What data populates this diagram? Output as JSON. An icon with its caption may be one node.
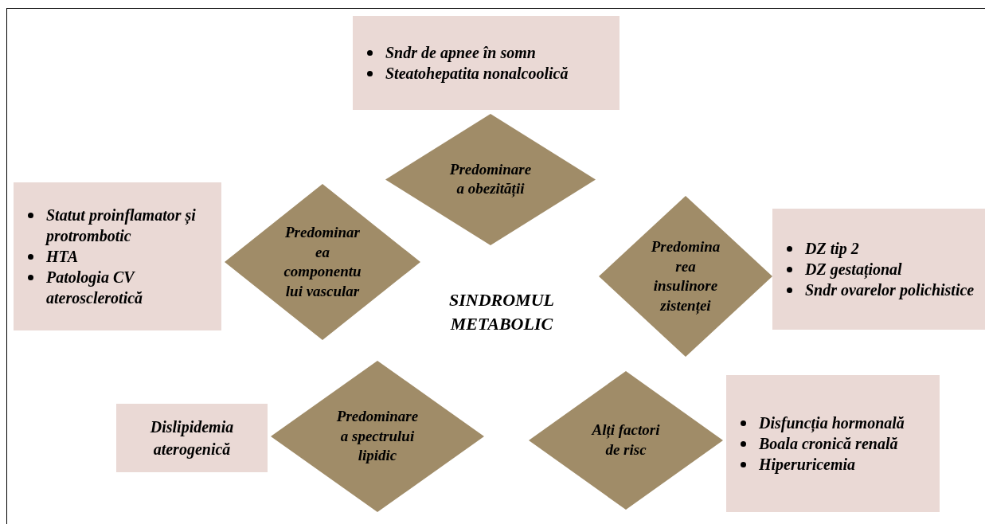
{
  "diagram": {
    "nodes": [
      {
        "text": [
          "Sndr de apnee în somn",
          "Steatohepatita nonalcoolică"
        ]
      },
      {
        "text": [
          "Predominarea obezității"
        ]
      },
      {
        "text": [
          "Statut proinflamator și protrombotic",
          "HTA",
          "Patologia CV aterosclerotică"
        ]
      },
      {
        "text": [
          "Predominarea componentului vascular"
        ]
      },
      {
        "text": [
          "Predominarea insulinorezistenței"
        ]
      },
      {
        "text": [
          "DZ tip 2",
          "DZ gestațional",
          "Sndr ovarelor polichistice"
        ]
      },
      {
        "text": [
          "Dislipidemia aterogenică"
        ]
      },
      {
        "text": [
          "Predominarea spectrului lipidic"
        ]
      },
      {
        "text": [
          "Alți factori de risc"
        ]
      },
      {
        "text": [
          "Disfuncția hormonală",
          "Boala cronică renală",
          "Hiperuricemia"
        ]
      }
    ],
    "edges": [],
    "labels": [
      "SINDROMUL METABOLIC"
    ]
  }
}
